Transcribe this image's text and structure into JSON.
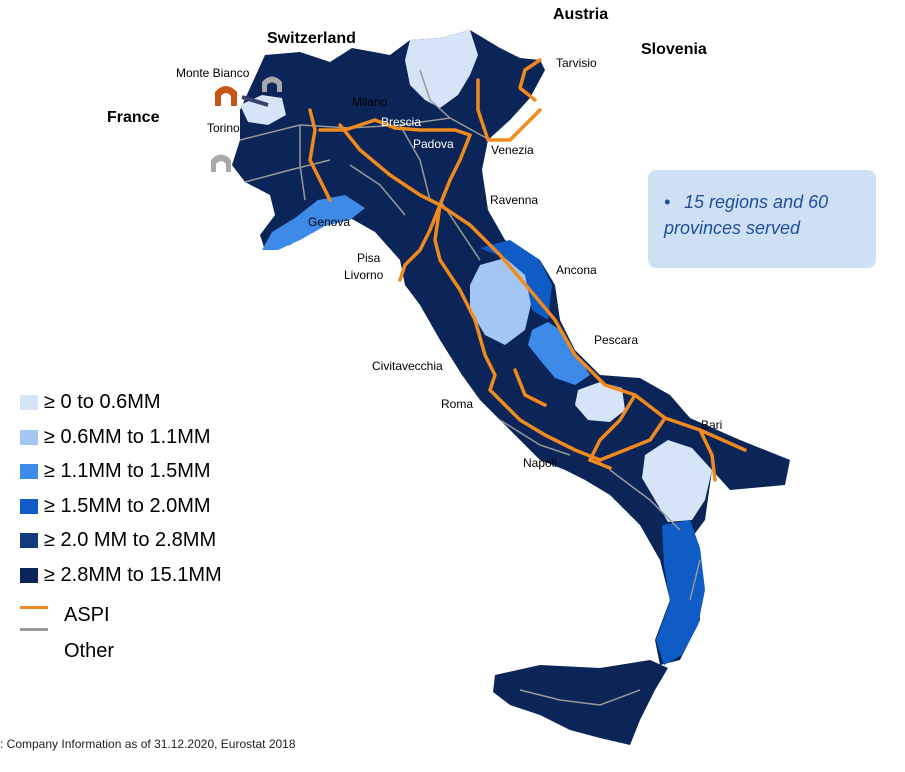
{
  "map": {
    "countries": [
      "Austria",
      "Switzerland",
      "Slovenia",
      "France"
    ],
    "cities": [
      "Tarvisio",
      "Monte Bianco",
      "Milano",
      "Torino",
      "Brescia",
      "Padova",
      "Venezia",
      "Genova",
      "Ravenna",
      "Pisa",
      "Livorno",
      "Ancona",
      "Pescara",
      "Civitavecchia",
      "Roma",
      "Bari",
      "Napoli"
    ],
    "colors": {
      "band1": "#d6e4f7",
      "band2": "#a3c6f2",
      "band3": "#3d8ae8",
      "band4": "#0f5cc6",
      "band5": "#123b7d",
      "band6": "#0b2558",
      "aspi": "#f08a1c",
      "other": "#9a9a9a",
      "tunnel_main": "#c8561b",
      "tunnel_other": "#a9a9a9"
    }
  },
  "info": {
    "bullet": "•",
    "text": "15 regions and 60 provinces served"
  },
  "legend": {
    "bands": [
      {
        "label": "≥ 0 to 0.6MM",
        "color": "#d6e4f7"
      },
      {
        "label": "≥ 0.6MM to 1.1MM",
        "color": "#a3c6f2"
      },
      {
        "label": "≥ 1.1MM to 1.5MM",
        "color": "#3d8ae8"
      },
      {
        "label": "≥ 1.5MM to 2.0MM",
        "color": "#0f5cc6"
      },
      {
        "label": "≥ 2.0 MM to 2.8MM",
        "color": "#123b7d"
      },
      {
        "label": "≥ 2.8MM to 15.1MM",
        "color": "#0b2558"
      }
    ],
    "lines": [
      {
        "label": "ASPI",
        "color": "#f08a1c"
      },
      {
        "label": "Other",
        "color": "#9a9a9a"
      }
    ]
  },
  "footnote": ": Company Information as of 31.12.2020, Eurostat 2018"
}
